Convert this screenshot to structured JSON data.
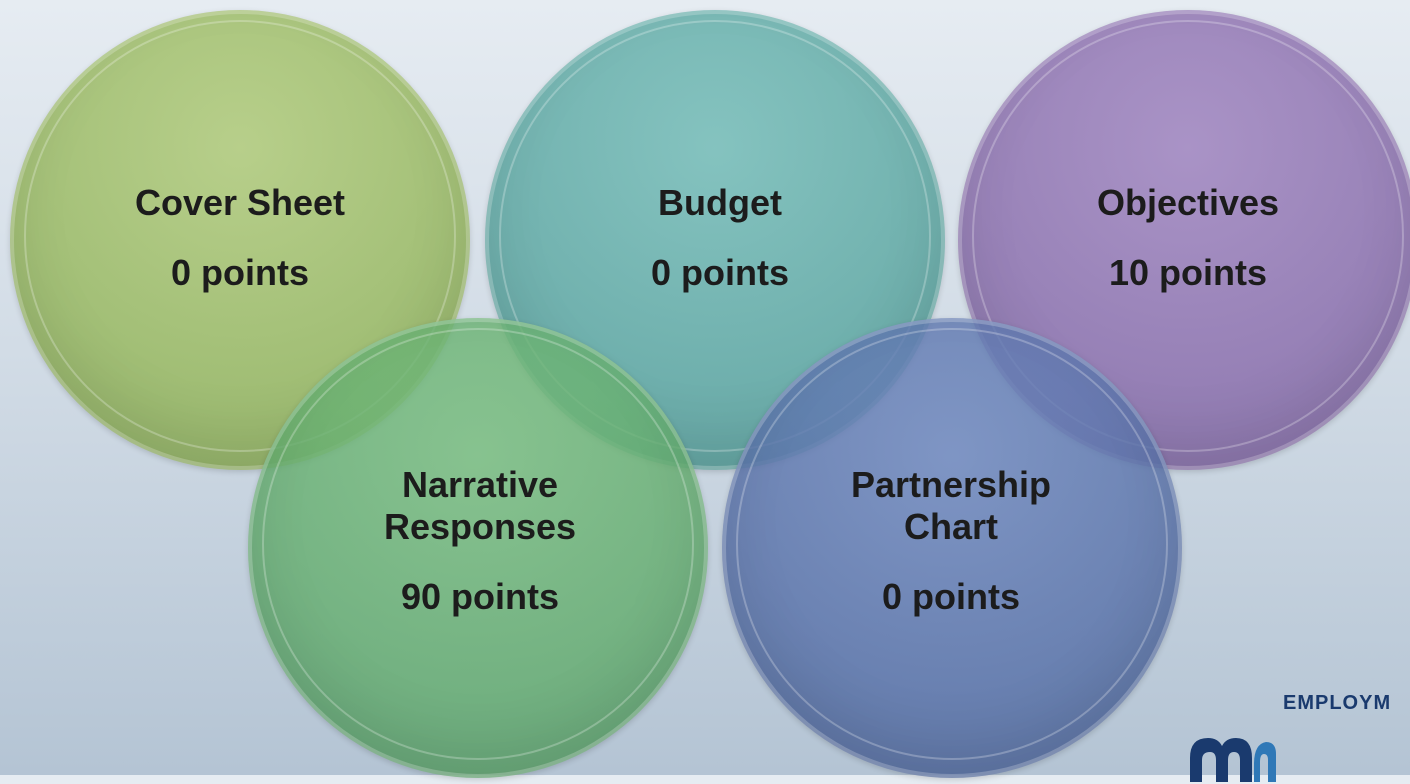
{
  "circles": [
    {
      "id": "cover",
      "title_lines": [
        "Cover Sheet"
      ],
      "points": "0 points"
    },
    {
      "id": "budget",
      "title_lines": [
        "Budget"
      ],
      "points": "0 points"
    },
    {
      "id": "objectives",
      "title_lines": [
        "Objectives"
      ],
      "points": "10 points"
    },
    {
      "id": "narrative",
      "title_lines": [
        "Narrative",
        "Responses"
      ],
      "points": "90 points"
    },
    {
      "id": "partnership",
      "title_lines": [
        "Partnership",
        "Chart"
      ],
      "points": "0 points"
    }
  ],
  "colors": {
    "cover": "#9fbe72",
    "budget": "#68aaa6",
    "objectives": "#957cb4",
    "narrative": "#6bb37a",
    "partnership": "#6177aa",
    "logo": "#1a3a6e"
  },
  "logo": {
    "text": "EMPLOYM",
    "icon": "mo-logo-icon"
  }
}
